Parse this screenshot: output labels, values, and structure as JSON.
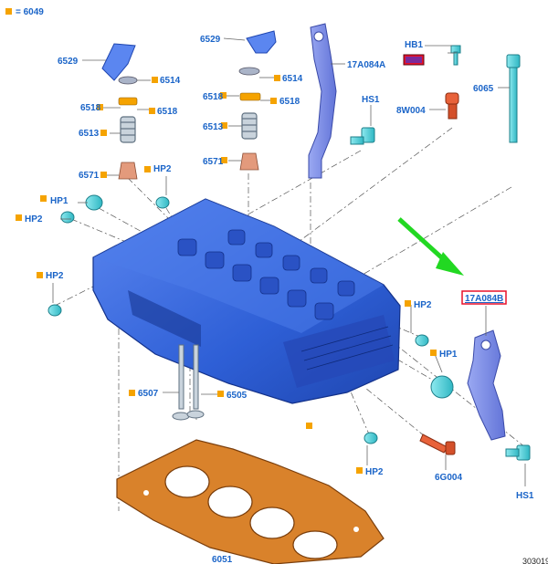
{
  "legend": {
    "text": "= 6049",
    "color": "#f5a300"
  },
  "labels": {
    "c6529_left": "6529",
    "c6514_left": "6514",
    "c6518_left_a": "6518",
    "c6518_left_b": "6518",
    "c6513_left": "6513",
    "c6571_left": "6571",
    "hp2_top_left": "HP2",
    "hp1_left": "HP1",
    "hp2_left": "HP2",
    "hp2_mid_left": "HP2",
    "c6529_right": "6529",
    "c6514_right": "6514",
    "c6518_right_a": "6518",
    "c6518_right_b": "6518",
    "c6513_right": "6513",
    "c6571_right": "6571",
    "bracket_top": "17A084A",
    "hs1_top": "HS1",
    "hb1": "HB1",
    "c8w004": "8W004",
    "c6065": "6065",
    "highlighted_ref": "17A084B",
    "hp2_right": "HP2",
    "hp1_right": "HP1",
    "c6507": "6507",
    "c6505": "6505",
    "hp2_bottom": "HP2",
    "c6g004": "6G004",
    "hs1_bottom": "HS1",
    "c6051": "6051",
    "image_ref": "303019"
  },
  "colors": {
    "label_blue": "#1a64c8",
    "marker_orange": "#f5a300",
    "highlight_red": "#e8102a",
    "arrow_green": "#22d822",
    "head_blue": "#3f6fe0",
    "part_teal": "#4fd3dc",
    "gasket_copper": "#d9822b",
    "bracket_steel": "#7f8fe6"
  }
}
